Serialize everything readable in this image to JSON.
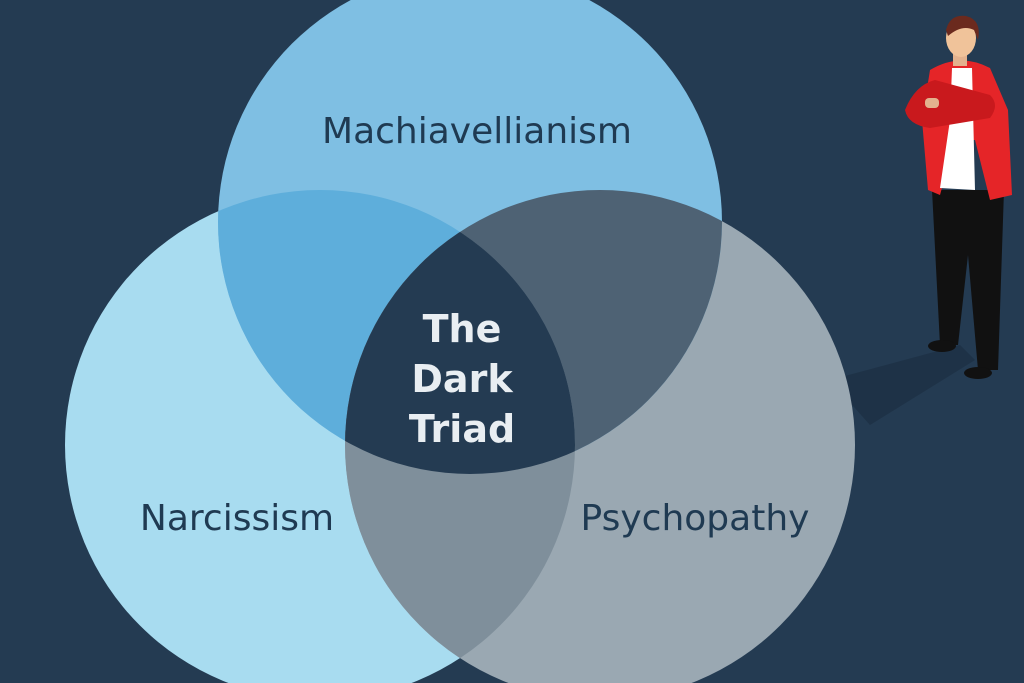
{
  "diagram": {
    "circles": [
      {
        "id": "machiavellianism",
        "label": "Machiavellianism",
        "color": "#7fbfe3"
      },
      {
        "id": "narcissism",
        "label": "Narcissism",
        "color": "#a8dcf0"
      },
      {
        "id": "psychopathy",
        "label": "Psychopathy",
        "color": "#9aa8b2"
      }
    ],
    "center": {
      "lines": [
        "The",
        "Dark",
        "Triad"
      ],
      "color": "#243b52"
    },
    "background_color": "#243b52"
  },
  "figure": {
    "description_icon": "person-standing-arms-crossed",
    "jacket_color": "#e52528"
  }
}
